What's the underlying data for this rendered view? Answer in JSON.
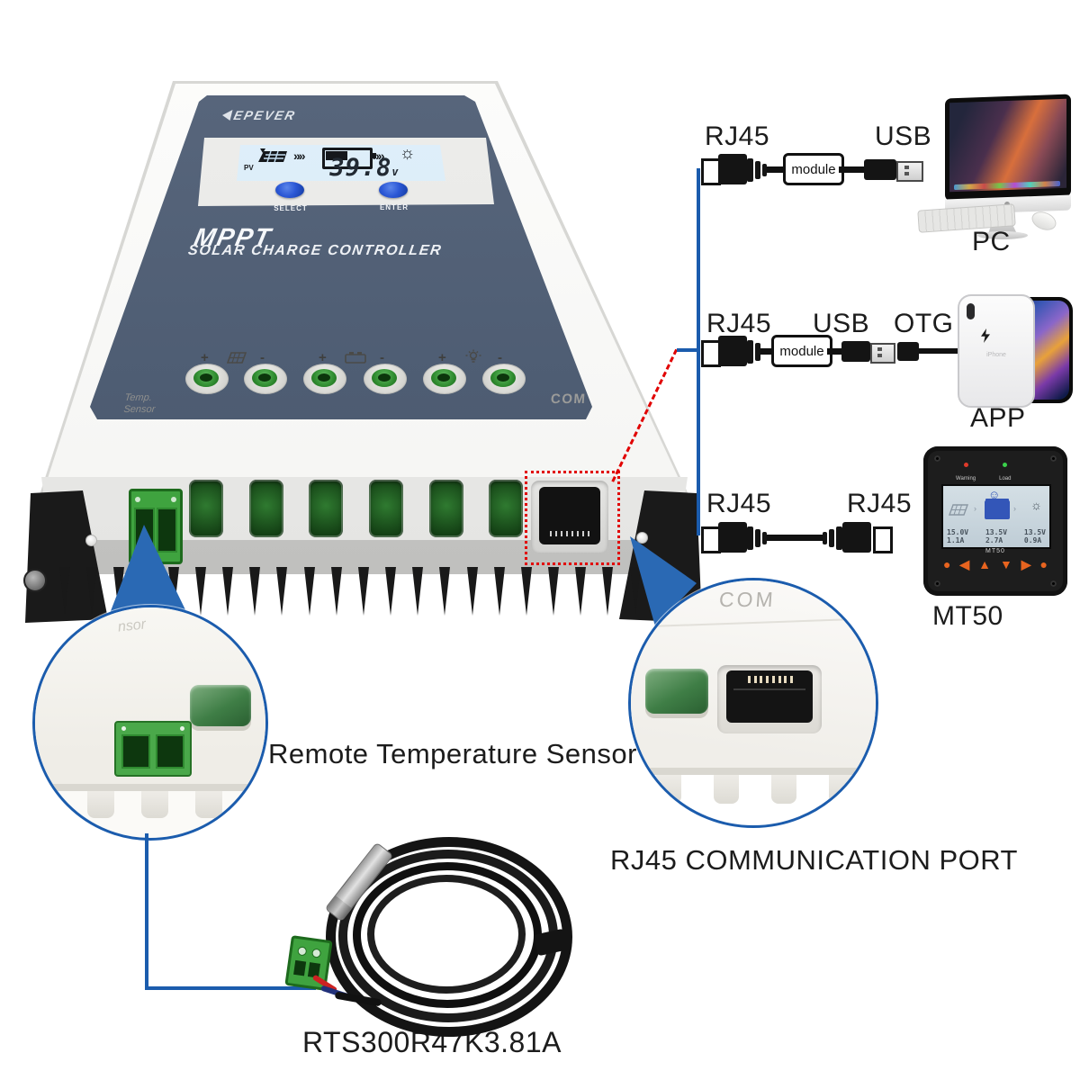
{
  "controller": {
    "brand": "EPEVER",
    "model_title": "MPPT",
    "model_subtitle": "SOLAR CHARGE CONTROLLER",
    "lcd": {
      "pv": "PV",
      "value": "39.8",
      "unit": "v"
    },
    "button_select": "SELECT",
    "button_enter": "ENTER",
    "temp_sensor_line1": "Temp.",
    "temp_sensor_line2": "Sensor",
    "com": "COM",
    "terminal_signs": [
      "+",
      "-",
      "+",
      "-",
      "+",
      "-"
    ]
  },
  "rows": {
    "pc": {
      "left": "RJ45",
      "right": "USB",
      "module": "module",
      "device": "PC"
    },
    "app": {
      "left": "RJ45",
      "mid": "USB",
      "right": "OTG",
      "module": "module",
      "device": "APP",
      "phone_text": "iPhone"
    },
    "mt50": {
      "left": "RJ45",
      "right": "RJ45",
      "device": "MT50"
    }
  },
  "mt50_unit": {
    "led_warning": "Warning",
    "led_load": "Load",
    "screen_name": "MT50",
    "col1_v": "15.0V",
    "col1_a": "1.1A",
    "col2_v": "13.5V",
    "col2_a": "2.7A",
    "col3_v": "13.5V",
    "col3_a": "0.9A"
  },
  "callouts": {
    "remote_sensor_label": "Remote Temperature Sensor",
    "com_port_label": "RJ45 COMMUNICATION PORT",
    "com_text": "COM",
    "partial_text": "nsor",
    "part_number": "RTS300R47K3.81A"
  },
  "colors": {
    "callout_blue": "#1b5cad",
    "alert_red": "#e10000",
    "navy_panel": "#4b5a70",
    "terminal_green": "#3fa33f",
    "button_orange": "#e8641f"
  }
}
